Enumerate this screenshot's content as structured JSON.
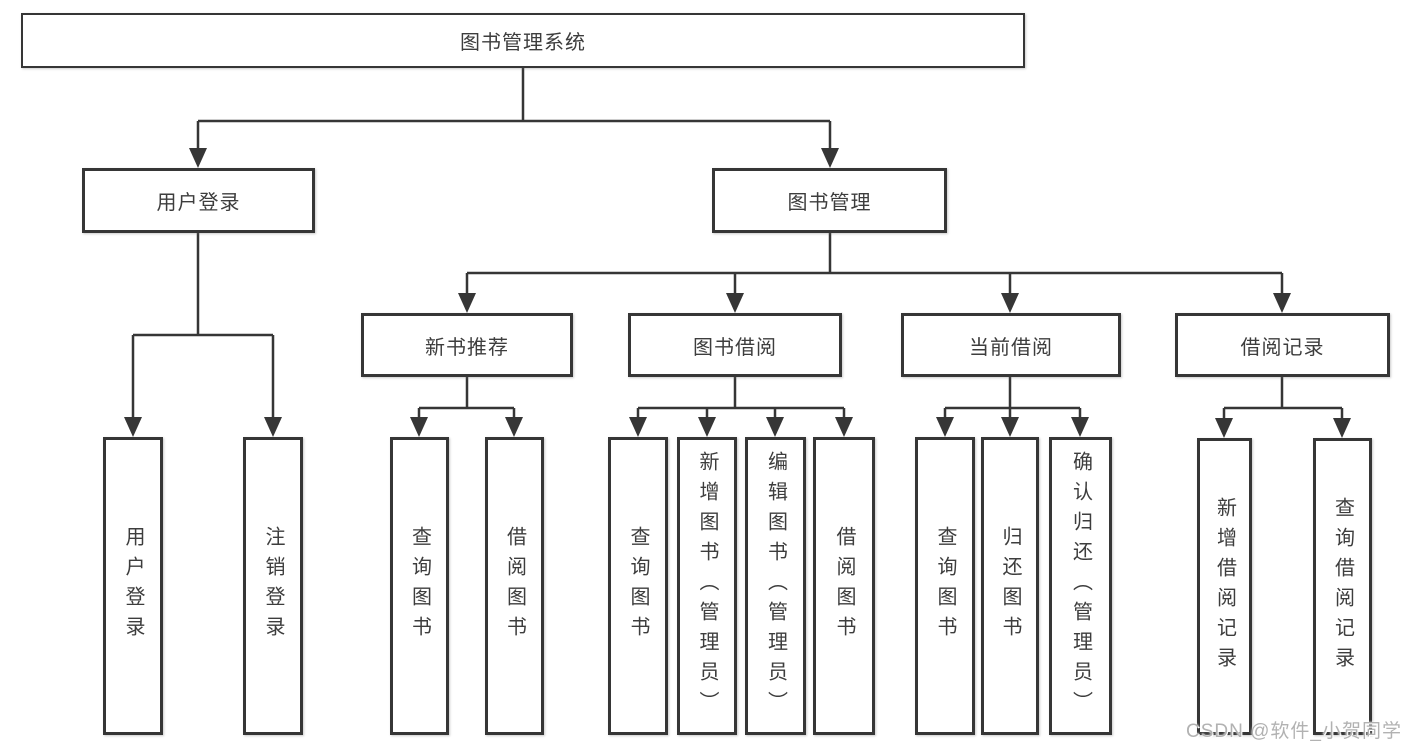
{
  "colors": {
    "line": "#363636",
    "text": "#3d3d3d",
    "box_background": "#ffffff",
    "watermark": "#b2b2b2"
  },
  "nodes": {
    "root": "图书管理系统",
    "user_login": "用户登录",
    "book_management": "图书管理",
    "new_book_recommend": "新书推荐",
    "book_borrowing": "图书借阅",
    "current_borrowing": "当前借阅",
    "borrowing_records": "借阅记录",
    "leaf_user_login": "用户登录",
    "leaf_logout": "注销登录",
    "leaf_query_books_recommend": "查询图书",
    "leaf_borrow_books_recommend": "借阅图书",
    "leaf_query_books_borrowing": "查询图书",
    "leaf_add_book_admin": "新增图书（管理员）",
    "leaf_edit_book_admin": "编辑图书（管理员）",
    "leaf_borrow_books_borrowing": "借阅图书",
    "leaf_query_books_current": "查询图书",
    "leaf_return_books": "归还图书",
    "leaf_confirm_return_admin": "确认归还（管理员）",
    "leaf_add_borrow_record": "新增借阅记录",
    "leaf_query_borrow_record": "查询借阅记录"
  },
  "watermark": "CSDN @软件_小贺同学"
}
